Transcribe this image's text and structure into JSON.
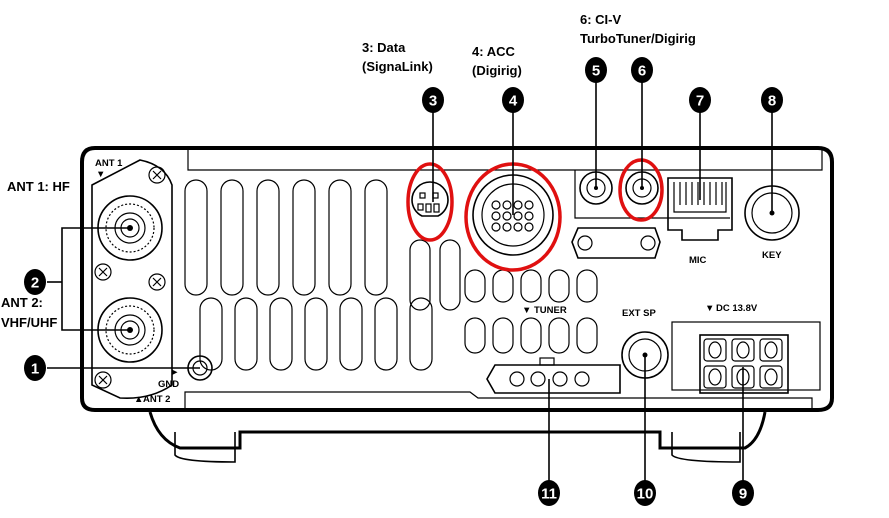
{
  "annotations": {
    "data_line1": "3: Data",
    "data_line2": "(SignaLink)",
    "acc_line1": "4: ACC",
    "acc_line2": "(Digirig)",
    "civ_line1": "6: CI-V",
    "civ_line2": "TurboTuner/Digirig",
    "ant1": "ANT 1: HF",
    "ant2_line1": "ANT 2:",
    "ant2_line2": "VHF/UHF"
  },
  "panel_labels": {
    "ant1": "ANT 1",
    "ant2": "ANT 2",
    "gnd": "GND",
    "mic": "MIC",
    "key": "KEY",
    "tuner": "TUNER",
    "ext_sp": "EXT SP",
    "dc": "DC 13.8V"
  },
  "callouts": [
    "1",
    "2",
    "3",
    "4",
    "5",
    "6",
    "7",
    "8",
    "9",
    "10",
    "11"
  ],
  "colors": {
    "highlight": "#e01010",
    "line": "#000000"
  }
}
